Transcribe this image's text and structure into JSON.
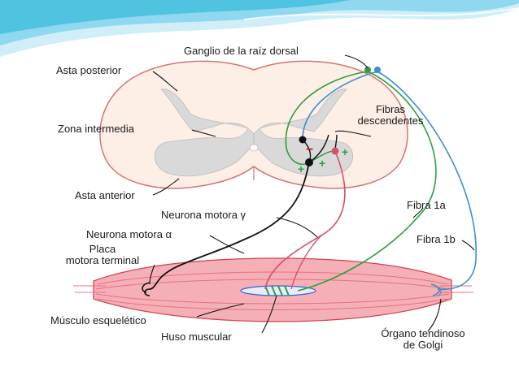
{
  "labels": {
    "ganglio": "Ganglio de la raíz dorsal",
    "asta_posterior": "Asta posterior",
    "zona_intermedia": "Zona intermedia",
    "asta_anterior": "Asta anterior",
    "fibras_line1": "Fibras",
    "fibras_line2": "descendentes",
    "neurona_gamma": "Neurona motora γ",
    "neurona_alfa": "Neurona motora α",
    "placa_line1": "Placa",
    "placa_line2": "motora terminal",
    "fibra_1a": "Fibra 1a",
    "fibra_1b": "Fibra 1b",
    "musculo": "Músculo esquelético",
    "huso": "Huso muscular",
    "organo_line1": "Órgano tendinoso",
    "organo_line2": "de Golgi",
    "minus_sign": "−",
    "plus_sign": "+"
  },
  "colors": {
    "header_blue": "#4fc3e0",
    "cord_fill": "#fdeee6",
    "cord_stroke": "#d4736e",
    "gray_matter": "#d9d9d9",
    "muscle_fill": "#f0a0a8",
    "muscle_stroke": "#d04050",
    "fiber_1a": "#2e9e3e",
    "fiber_1b": "#3a8fd0",
    "motor_alpha": "#111111",
    "motor_gamma": "#d85068",
    "plus_green": "#2e9e3e",
    "minus_red": "#d01818"
  }
}
